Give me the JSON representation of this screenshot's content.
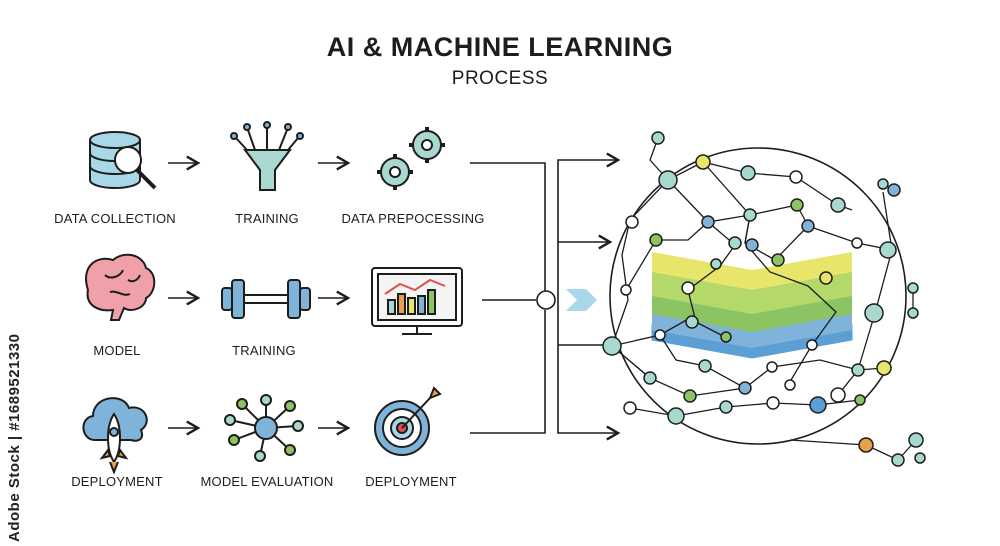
{
  "header": {
    "title": "AI & MACHINE LEARNING",
    "subtitle": "PROCESS"
  },
  "steps": {
    "row1": [
      "DATA COLLECTION",
      "TRAINING",
      "DATA PREPOCESSING"
    ],
    "row2": [
      "MODEL",
      "TRAINING"
    ],
    "row3": [
      "DEPLOYMENT",
      "MODEL EVALUATION",
      "DEPLOYMENT"
    ]
  },
  "watermark": "Adobe Stock | #1689521330",
  "colors": {
    "outline": "#1d1d1d",
    "blue": "#7fb3d9",
    "teal": "#a8d8d0",
    "green": "#8cc463",
    "yellow": "#e8e66a",
    "pink": "#f0a0a8",
    "orange": "#e8a04a",
    "red": "#e0504a"
  }
}
